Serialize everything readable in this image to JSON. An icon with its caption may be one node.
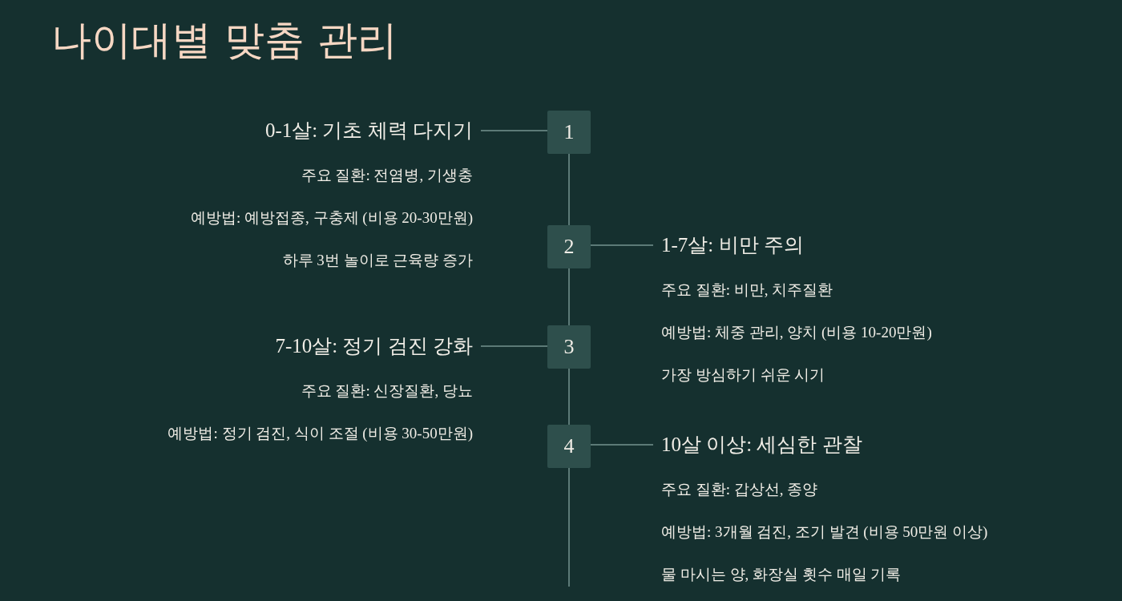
{
  "diagram": {
    "title": "나이대별 맞춤 관리",
    "nodes": [
      {
        "text": [
          "0-1살: 기초 체력 다지기",
          "주요 질환: 전염병, 기생충",
          "예방법: 예방접종, 구충제 (비용 20-30만원)",
          "하루 3번 놀이로 근육량 증가"
        ]
      },
      {
        "text": [
          "1"
        ]
      },
      {
        "text": [
          "2"
        ]
      },
      {
        "text": [
          "1-7살: 비만 주의",
          "주요 질환: 비만, 치주질환",
          "예방법: 체중 관리, 양치 (비용 10-20만원)",
          "가장 방심하기 쉬운 시기"
        ]
      },
      {
        "text": [
          "7-10살: 정기 검진 강화",
          "주요 질환: 신장질환, 당뇨",
          "예방법: 정기 검진, 식이 조절 (비용 30-50만원)"
        ]
      },
      {
        "text": [
          "3"
        ]
      },
      {
        "text": [
          "4"
        ]
      },
      {
        "text": [
          "10살 이상: 세심한 관찰",
          "주요 질환: 갑상선, 종양",
          "예방법: 3개월 검진, 조기 발견 (비용 50만원 이상)",
          "물 마시는 양, 화장실 횟수 매일 기록"
        ]
      }
    ],
    "edges": [
      {
        "from": 1,
        "to": 0,
        "arrow": "none"
      },
      {
        "from": 2,
        "to": 3,
        "arrow": "none"
      },
      {
        "from": 5,
        "to": 4,
        "arrow": "none"
      },
      {
        "from": 6,
        "to": 7,
        "arrow": "none"
      },
      {
        "from": 1,
        "to": 2,
        "arrow": "none"
      },
      {
        "from": 2,
        "to": 5,
        "arrow": "none"
      },
      {
        "from": 5,
        "to": 6,
        "arrow": "none"
      },
      {
        "from": 6,
        "to": null,
        "arrow": "none"
      }
    ]
  }
}
